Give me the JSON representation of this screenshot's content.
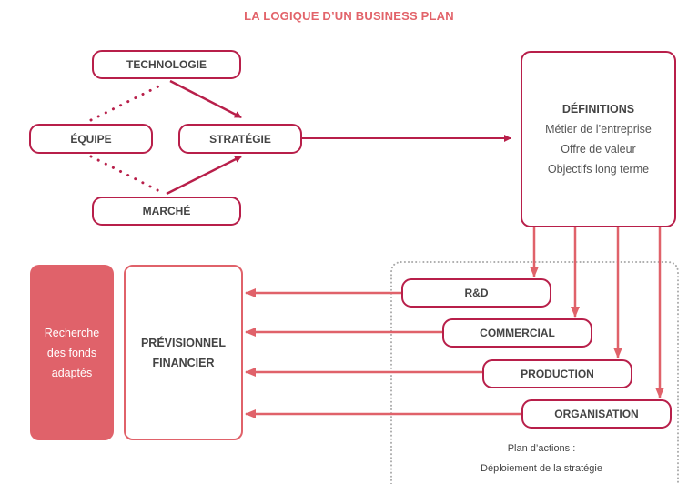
{
  "title": "LA LOGIQUE D’UN BUSINESS PLAN",
  "colors": {
    "title": "#e2636a",
    "dark_border": "#b81f4a",
    "light_accent": "#e0626a",
    "dotted_frame": "#aaaaaa",
    "text": "#444444"
  },
  "nodes": {
    "technologie": "TECHNOLOGIE",
    "equipe": "ÉQUIPE",
    "strategie": "STRATÉGIE",
    "marche": "MARCHÉ",
    "definitions": {
      "heading": "DÉFINITIONS",
      "lines": [
        "Métier de l’entreprise",
        "Offre de valeur",
        "Objectifs long terme"
      ]
    },
    "fund_search": [
      "Recherche",
      "des fonds",
      "adaptés"
    ],
    "financial_forecast": [
      "PRÉVISIONNEL",
      "FINANCIER"
    ],
    "departments": [
      "R&D",
      "COMMERCIAL",
      "PRODUCTION",
      "ORGANISATION"
    ],
    "action_plan": [
      "Plan d’actions :",
      "Déploiement de la stratégie"
    ]
  },
  "edges": [
    {
      "from": "technologie",
      "to": "strategie",
      "style": "solid-arrow"
    },
    {
      "from": "marche",
      "to": "strategie",
      "style": "solid-arrow"
    },
    {
      "from": "equipe",
      "to": "technologie",
      "style": "dotted"
    },
    {
      "from": "equipe",
      "to": "marche",
      "style": "dotted"
    },
    {
      "from": "strategie",
      "to": "definitions",
      "style": "solid-arrow"
    },
    {
      "from": "definitions",
      "to": "R&D",
      "style": "solid-arrow"
    },
    {
      "from": "definitions",
      "to": "COMMERCIAL",
      "style": "solid-arrow"
    },
    {
      "from": "definitions",
      "to": "PRODUCTION",
      "style": "solid-arrow"
    },
    {
      "from": "definitions",
      "to": "ORGANISATION",
      "style": "solid-arrow"
    },
    {
      "from": "R&D",
      "to": "financial_forecast",
      "style": "solid-arrow"
    },
    {
      "from": "COMMERCIAL",
      "to": "financial_forecast",
      "style": "solid-arrow"
    },
    {
      "from": "PRODUCTION",
      "to": "financial_forecast",
      "style": "solid-arrow"
    },
    {
      "from": "ORGANISATION",
      "to": "financial_forecast",
      "style": "solid-arrow"
    }
  ]
}
